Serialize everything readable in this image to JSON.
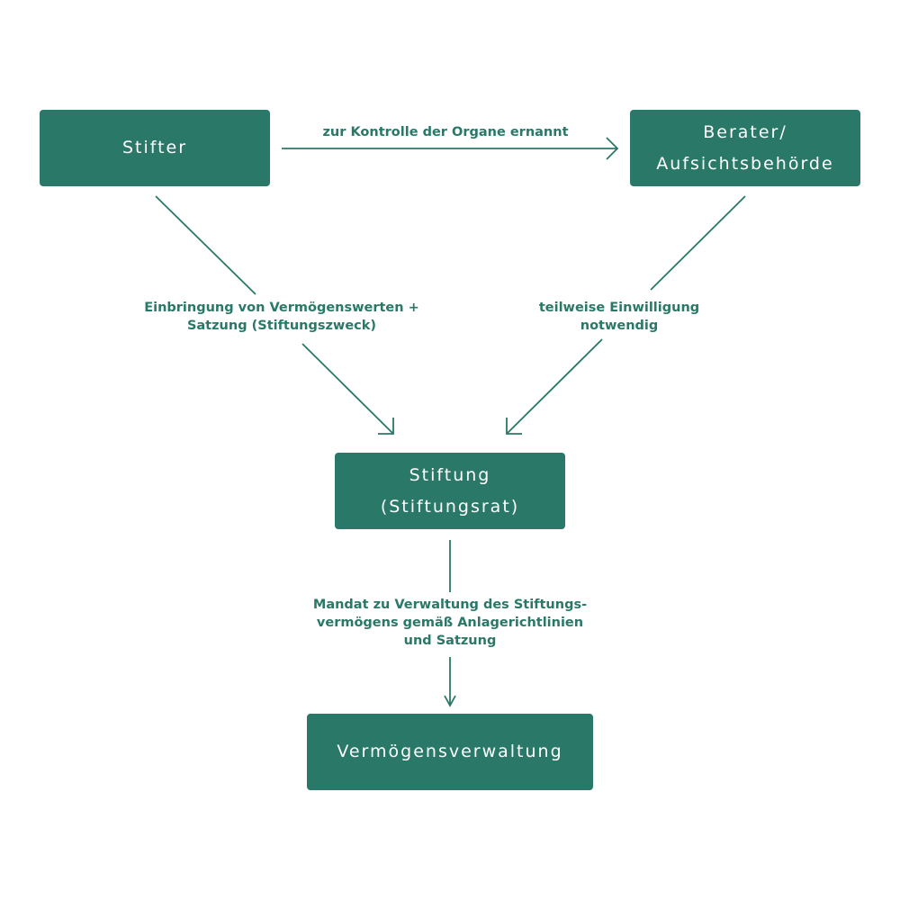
{
  "nodes": {
    "stifter": {
      "lines": [
        "Stifter"
      ]
    },
    "berater": {
      "lines": [
        "Berater/",
        "Aufsichtsbehörde"
      ]
    },
    "stiftung": {
      "lines": [
        "Stiftung",
        "(Stiftungsrat)"
      ]
    },
    "verwaltung": {
      "lines": [
        "Vermögensverwaltung"
      ]
    }
  },
  "edges": {
    "stifter_to_berater": {
      "lines": [
        "zur Kontrolle der Organe ernannt"
      ]
    },
    "stifter_to_stiftung": {
      "lines": [
        "Einbringung von Vermögenswerten +",
        "Satzung (Stiftungszweck)"
      ]
    },
    "berater_to_stiftung": {
      "lines": [
        "teilweise Einwilligung",
        "notwendig"
      ]
    },
    "stiftung_to_verwaltung": {
      "lines": [
        "Mandat zu Verwaltung des Stiftungs-",
        "vermögens gemäß Anlagerichtlinien",
        "und Satzung"
      ]
    }
  },
  "colors": {
    "accent": "#2a7868",
    "box_text": "#ffffff",
    "background": "#ffffff"
  }
}
